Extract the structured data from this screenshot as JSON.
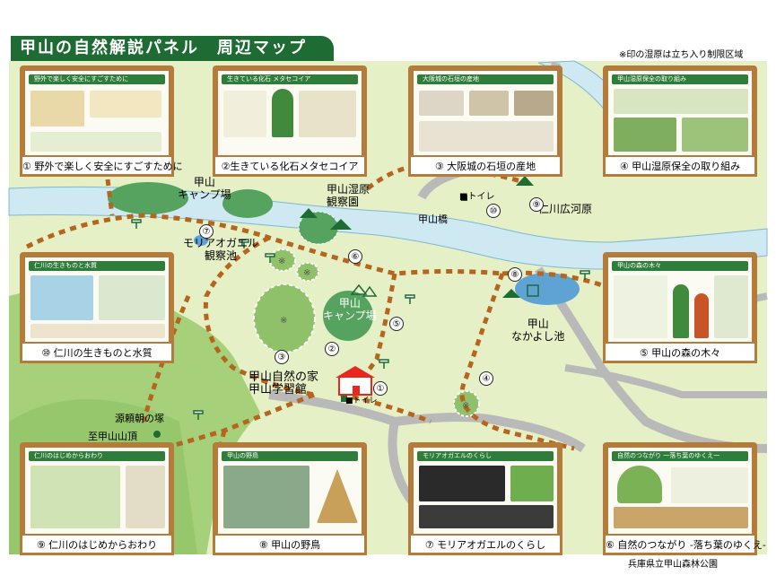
{
  "title": "甲山の自然解説パネル　周辺マップ",
  "note": "※印の湿原は立ち入り制限区域",
  "credit": "兵庫県立甲山森林公園",
  "panels": [
    {
      "label": "① 野外で楽しく安全にすごすために",
      "header": "野外で楽しく安全にすごすために"
    },
    {
      "label": "②生きている化石メタセコイア",
      "header": "生きている化石 メタセコイア"
    },
    {
      "label": "③ 大阪城の石垣の産地",
      "header": "大阪城の石垣の産地"
    },
    {
      "label": "④ 甲山湿原保全の取り組み",
      "header": "甲山湿原保全の取り組み"
    },
    {
      "label": "⑤ 甲山の森の木々",
      "header": "甲山の森の木々"
    },
    {
      "label": "⑥ 自然のつながり -落ち葉のゆくえ-",
      "header": "自然のつながり 一落ち葉のゆくえ一"
    },
    {
      "label": "⑦ モリアオガエルのくらし",
      "header": "モリアオガエルのくらし"
    },
    {
      "label": "⑧ 甲山の野鳥",
      "header": "甲山の野鳥"
    },
    {
      "label": "⑨ 仁川のはじめからおわり",
      "header": "仁川のはじめからおわり"
    },
    {
      "label": "⑩ 仁川の生きものと水質",
      "header": "仁川の生きものと水質"
    }
  ],
  "places": {
    "camp": "甲山\nキャンプ場",
    "wetland": "甲山湿原\n観察園",
    "bridge": "甲山橋",
    "toilet_n": "■トイレ",
    "toilet_s": "■トイレ",
    "river": "仁川広河原",
    "pond_morio": "モリアオガエル\n観察池",
    "camp2": "甲山\nキャンプ場",
    "pond_nakayoshi": "甲山\nなかよし池",
    "house": "甲山自然の家\n甲山学習館",
    "tomb": "源頼朝の塚",
    "summit": "至甲山山頂"
  },
  "markers": [
    "①",
    "②",
    "③",
    "④",
    "⑤",
    "⑥",
    "⑦",
    "⑧",
    "⑨",
    "⑩"
  ]
}
